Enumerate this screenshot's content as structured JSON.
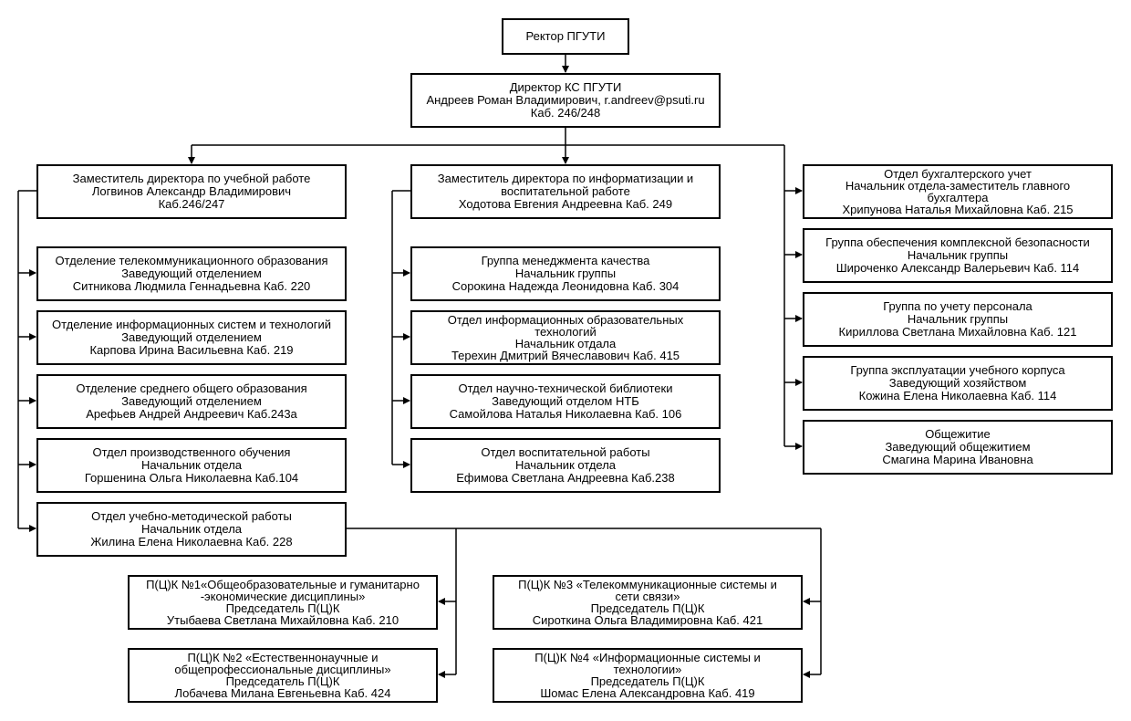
{
  "colors": {
    "line": "#000000",
    "box_border": "#000000",
    "background": "#ffffff",
    "text": "#000000"
  },
  "nodes": {
    "rector": {
      "l1": "Ректор ПГУТИ"
    },
    "director": {
      "l1": "Директор КС ПГУТИ",
      "l2": "Андреев Роман Владимирович, r.andreev@psuti.ru",
      "l3": "Каб. 246/248"
    },
    "dep_study": {
      "l1": "Заместитель директора по учебной работе",
      "l2": "Логвинов Александр Владимирович",
      "l3": "Каб.246/247"
    },
    "dep_info": {
      "l1": "Заместитель директора по информатизации и",
      "l2": "воспитательной работе",
      "l3": "Ходотова Евгения Андреевна Каб. 249"
    },
    "acc": {
      "l1": "Отдел бухгалтерского учет",
      "l2": "Начальник отдела-заместитель главного",
      "l3": "бухгалтера",
      "l4": "Хрипунова Наталья Михайловна  Каб. 215"
    },
    "dept_telecom": {
      "l1": "Отделение телекоммуникационного образования",
      "l2": "Заведующий отделением",
      "l3": "Ситникова Людмила Геннадьевна Каб. 220"
    },
    "dept_is": {
      "l1": "Отделение информационных систем и технологий",
      "l2": "Заведующий отделением",
      "l3": "Карпова Ирина Васильевна Каб. 219"
    },
    "dept_general": {
      "l1": "Отделение среднего общего образования",
      "l2": "Заведующий отделением",
      "l3": "Арефьев Андрей Андреевич Каб.243а"
    },
    "dept_practice": {
      "l1": "Отдел производственного обучения",
      "l2": "Начальник отдела",
      "l3": "Горшенина Ольга Николаевна Каб.104"
    },
    "dept_method": {
      "l1": "Отдел учебно-методической работы",
      "l2": "Начальник отдела",
      "l3": "Жилина Елена Николаевна Каб. 228"
    },
    "quality": {
      "l1": "Группа менеджмента качества",
      "l2": "Начальник группы",
      "l3": "Сорокина Надежда Леонидовна Каб. 304"
    },
    "ites": {
      "l1": "Отдел информационных образовательных",
      "l2": "технологий",
      "l3": "Начальник отдала",
      "l4": "Терехин Дмитрий Вячеславович Каб. 415"
    },
    "library": {
      "l1": "Отдел научно-технической библиотеки",
      "l2": "Заведующий отделом НТБ",
      "l3": "Самойлова Наталья Николаевна Каб. 106"
    },
    "upbringing": {
      "l1": "Отдел воспитательной работы",
      "l2": "Начальник отдела",
      "l3": "Ефимова Светлана Андреевна Каб.238"
    },
    "security": {
      "l1": "Группа обеспечения комплексной безопасности",
      "l2": "Начальник группы",
      "l3": "Широченко Александр Валерьевич Каб. 114"
    },
    "personnel": {
      "l1": "Группа по учету персонала",
      "l2": "Начальник группы",
      "l3": "Кириллова Светлана Михайловна Каб. 121"
    },
    "building": {
      "l1": "Группа эксплуатации учебного корпуса",
      "l2": "Заведующий хозяйством",
      "l3": "Кожина Елена Николаевна Каб. 114"
    },
    "dorm": {
      "l1": "Общежитие",
      "l2": "Заведующий общежитием",
      "l3": "Смагина Марина Ивановна"
    },
    "pck1": {
      "l1": "П(Ц)К №1«Общеобразовательные и гуманитарно",
      "l2": "-экономические дисциплины»",
      "l3": "Председатель П(Ц)К",
      "l4": "Утыбаева Светлана Михайловна Каб. 210"
    },
    "pck2": {
      "l1": "П(Ц)К №2 «Естественнонаучные и",
      "l2": "общепрофессиональные дисциплины»",
      "l3": "Председатель П(Ц)К",
      "l4": "Лобачева Милана Евгеньевна Каб. 424"
    },
    "pck3": {
      "l1": "П(Ц)К №3 «Телекоммуникационные системы и",
      "l2": "сети связи»",
      "l3": "Председатель П(Ц)К",
      "l4": "Сироткина Ольга Владимировна Каб. 421"
    },
    "pck4": {
      "l1": "П(Ц)К №4 «Информационные системы и",
      "l2": "технологии»",
      "l3": "Председатель П(Ц)К",
      "l4": "Шомас Елена Александровна Каб. 419"
    }
  }
}
